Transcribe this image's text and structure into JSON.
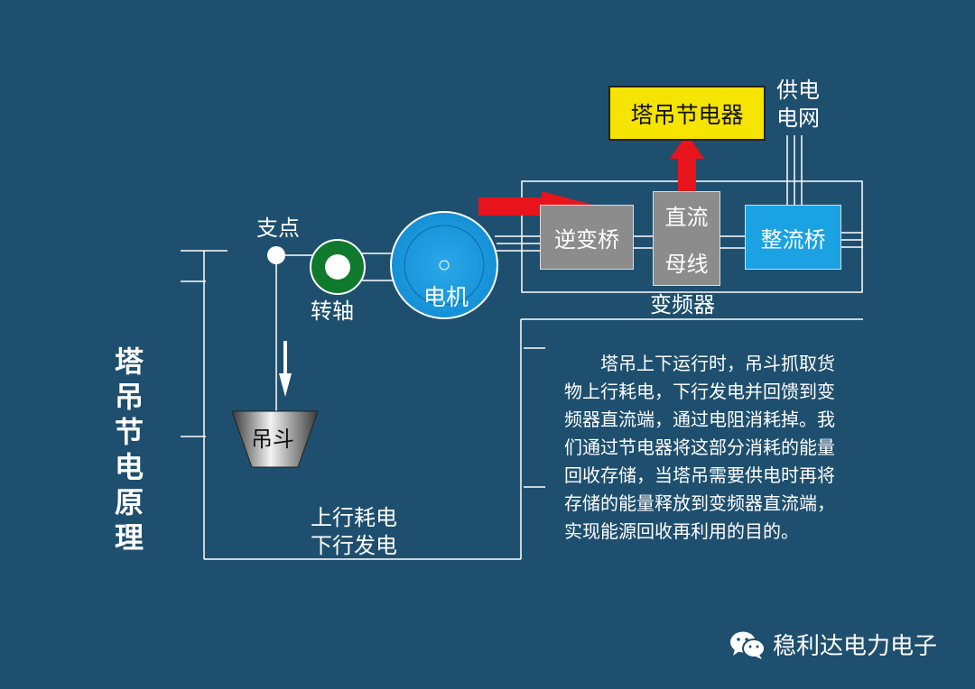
{
  "title_vertical": [
    "塔",
    "吊",
    "节",
    "电",
    "原",
    "理"
  ],
  "labels": {
    "pivot": "支点",
    "shaft": "转轴",
    "motor": "电机",
    "bucket": "吊斗",
    "inverter_bridge": "逆变桥",
    "dc_bus_top": "直流",
    "dc_bus_bottom": "母线",
    "rectifier_bridge": "整流桥",
    "saver": "塔吊节电器",
    "grid_line1": "供电",
    "grid_line2": "电网",
    "converter": "变频器",
    "up_consume": "上行耗电",
    "down_generate": "下行发电"
  },
  "description": "塔吊上下运行时，吊斗抓取货物上行耗电，下行发电并回馈到变频器直流端，通过电阻消耗掉。我们通过节电器将这部分消耗的能量回收存储，当塔吊需要供电时再将存储的能量释放到变频器直流端，实现能源回收再利用的目的。",
  "brand": "稳利达电力电子",
  "colors": {
    "background": "#1e4f6e",
    "saver_box": "#f5e400",
    "rectifier_box": "#1aa2e2",
    "gray_box": "#8c8c8c",
    "arrow": "#e8141b",
    "motor": "#1a9be0",
    "shaft_ring": "#0f7a2e"
  }
}
